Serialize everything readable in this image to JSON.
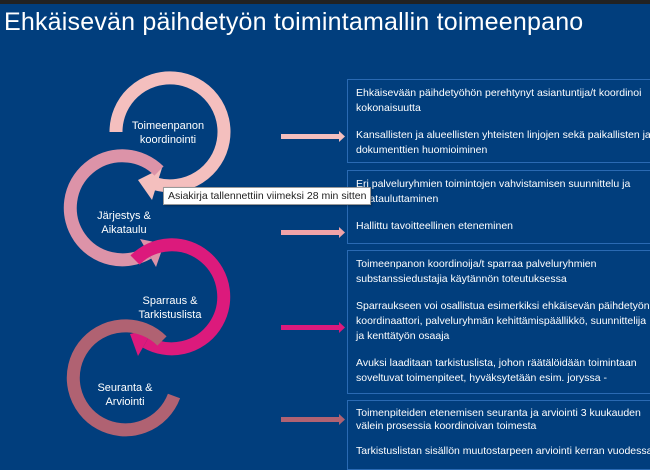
{
  "title": "Ehkäisevän päihdetyön toimintamallin toimeenpano",
  "steps": [
    {
      "label_line1": "Toimeenpanon",
      "label_line2": "koordinointi",
      "color": "#f4bfbe"
    },
    {
      "label_line1": "Järjestys &",
      "label_line2": "Aikataulu",
      "color": "#dc93a8"
    },
    {
      "label_line1": "Sparraus &",
      "label_line2": "Tarkistuslista",
      "color": "#dc1a7c"
    },
    {
      "label_line1": "Seuranta &",
      "label_line2": "Arviointi",
      "color": "#b06272"
    }
  ],
  "boxes": [
    {
      "paragraphs": [
        "Ehkäisevään päihdetyöhön perehtynyt asiantuntija/t koordinoi kokonaisuutta",
        "Kansallisten ja alueellisten yhteisten linjojen sekä paikallisten ja dokumenttien huomioiminen"
      ]
    },
    {
      "paragraphs": [
        "Eri palveluryhmien toimintojen vahvistamisen suunnittelu ja aikatauluttaminen",
        "Hallittu tavoitteellinen eteneminen"
      ]
    },
    {
      "paragraphs": [
        "Toimeenpanon koordinoija/t sparraa palveluryhmien substanssiedustajia käytännön toteutuksessa",
        "Sparraukseen voi osallistua esimerkiksi ehkäisevän päihdetyön koordinaattori, palveluryhmän kehittämispäällikkö, suunnittelija ja kenttätyön osaaja",
        "Avuksi laaditaan tarkistuslista, johon räätälöidään toimintaan soveltuvat toimenpiteet, hyväksytetään esim. joryssa -"
      ]
    },
    {
      "paragraphs": [
        "Toimenpiteiden etenemisen seuranta ja arviointi 3 kuukauden välein prosessia koordinoivan toimesta",
        "Tarkistuslistan sisällön muutostarpeen arviointi kerran vuodessa"
      ]
    }
  ],
  "tooltip": "Asiakirja tallennettiin viimeksi 28 min sitten"
}
